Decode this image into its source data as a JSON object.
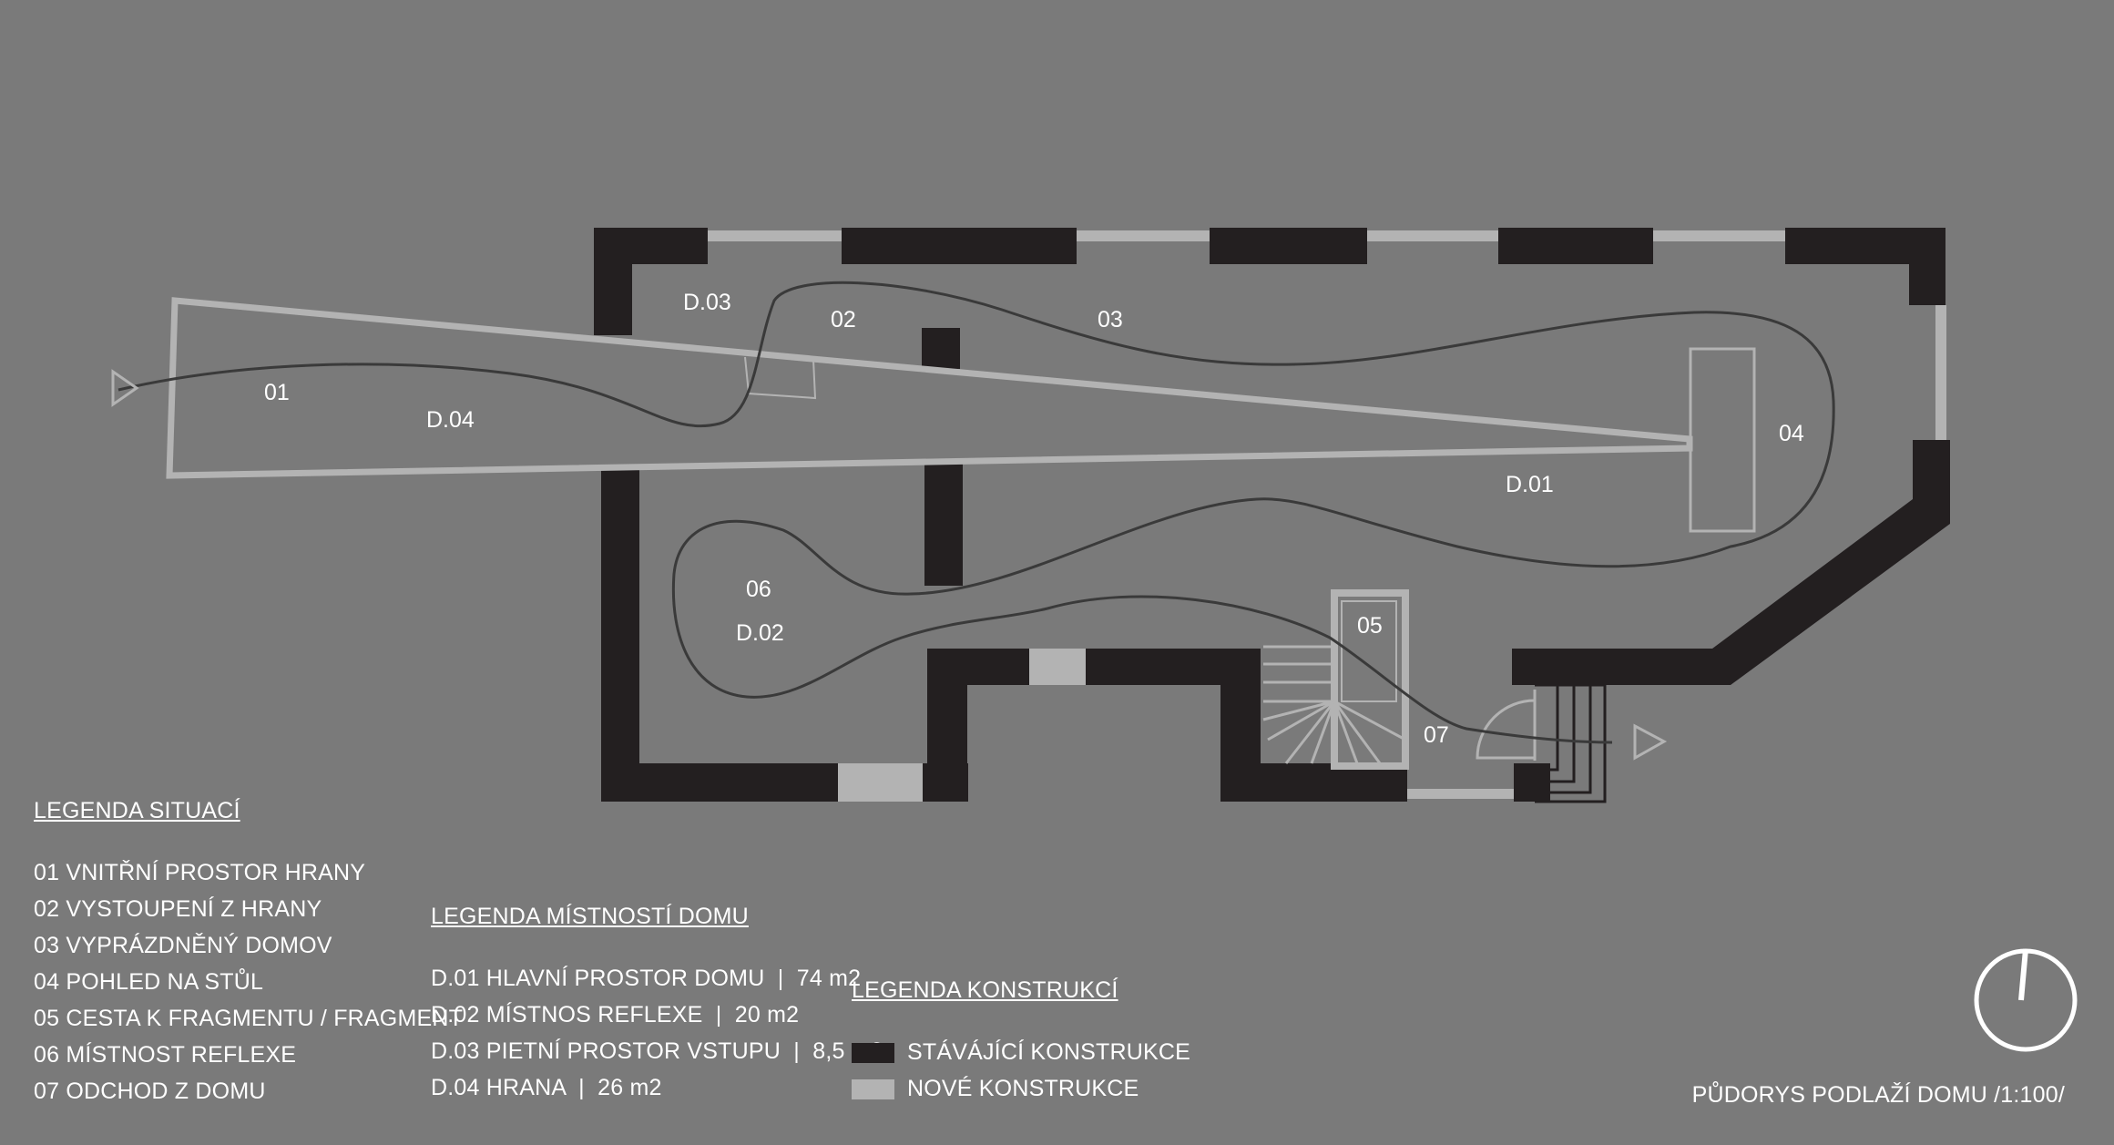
{
  "plan_labels": {
    "room_01": "01",
    "room_02": "02",
    "room_03": "03",
    "room_04": "04",
    "room_05": "05",
    "room_06": "06",
    "room_07": "07",
    "room_d01": "D.01",
    "room_d02": "D.02",
    "room_d03": "D.03",
    "room_d04": "D.04"
  },
  "legend_situaci": {
    "heading": "LEGENDA SITUACÍ",
    "items": [
      "01 VNITŘNÍ PROSTOR HRANY",
      "02 VYSTOUPENÍ Z HRANY",
      "03 VYPRÁZDNĚNÝ DOMOV",
      "04 POHLED NA STŮL",
      "05 CESTA K FRAGMENTU / FRAGMENT",
      "06 MÍSTNOST REFLEXE",
      "07 ODCHOD Z DOMU"
    ]
  },
  "legend_mistnosti": {
    "heading": "LEGENDA MÍSTNOSTÍ DOMU",
    "items": [
      "D.01 HLAVNÍ PROSTOR DOMU  |  74 m2",
      "D.02 MÍSTNOS REFLEXE  |  20 m2",
      "D.03 PIETNÍ PROSTOR VSTUPU  |  8,5 m2",
      "D.04 HRANA  |  26 m2"
    ]
  },
  "legend_konstrukci": {
    "heading": "LEGENDA KONSTRUKCÍ",
    "existing_label": "STÁVÁJÍCÍ KONSTRUKCE",
    "new_label": "NOVÉ KONSTRUKCE"
  },
  "title": "PŮDORYS PODLAŽÍ DOMU /1:100/",
  "colors": {
    "background": "#7a7a7a",
    "existing_construction": "#231f20",
    "new_construction": "#b3b3b3",
    "path_line": "#3a3a3a",
    "text": "#ffffff"
  },
  "icons": {
    "compass": "north-compass-icon",
    "entry_arrow": "entry-arrow-icon",
    "exit_arrow": "exit-arrow-icon"
  }
}
